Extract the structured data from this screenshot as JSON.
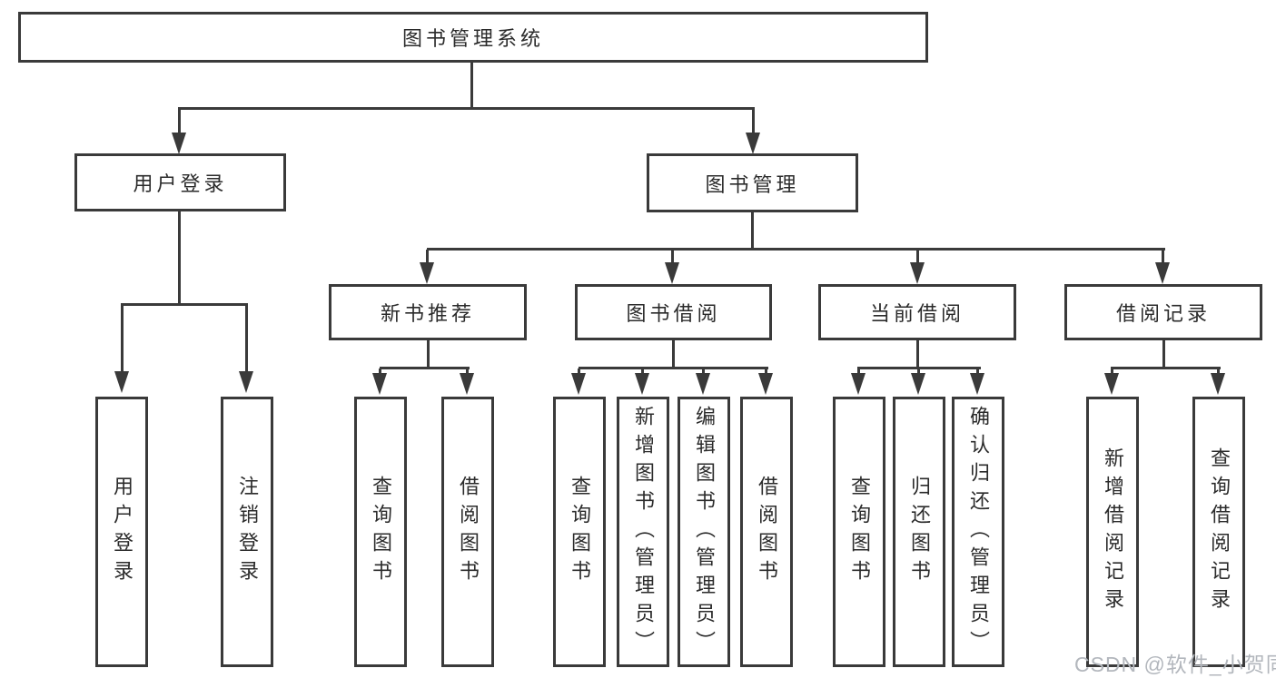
{
  "tree": {
    "root": {
      "label": "图书管理系统",
      "children": [
        {
          "label": "用户登录",
          "children": [
            {
              "label": "用户登录"
            },
            {
              "label": "注销登录"
            }
          ]
        },
        {
          "label": "图书管理",
          "children": [
            {
              "label": "新书推荐",
              "children": [
                {
                  "label": "查询图书"
                },
                {
                  "label": "借阅图书"
                }
              ]
            },
            {
              "label": "图书借阅",
              "children": [
                {
                  "label": "查询图书"
                },
                {
                  "label": "新增图书（管理员）"
                },
                {
                  "label": "编辑图书（管理员）"
                },
                {
                  "label": "借阅图书"
                }
              ]
            },
            {
              "label": "当前借阅",
              "children": [
                {
                  "label": "查询图书"
                },
                {
                  "label": "归还图书"
                },
                {
                  "label": "确认归还（管理员）"
                }
              ]
            },
            {
              "label": "借阅记录",
              "children": [
                {
                  "label": "新增借阅记录"
                },
                {
                  "label": "查询借阅记录"
                }
              ]
            }
          ]
        }
      ]
    }
  },
  "watermark": {
    "text": "CSDN @软件_小贺同学"
  },
  "colors": {
    "line": "#3a3a3a",
    "box_border": "#3a3a3a",
    "box_background": "#ffffff",
    "text": "#2b2b2b",
    "watermark": "#b3b7bd",
    "page_background": "#ffffff"
  }
}
